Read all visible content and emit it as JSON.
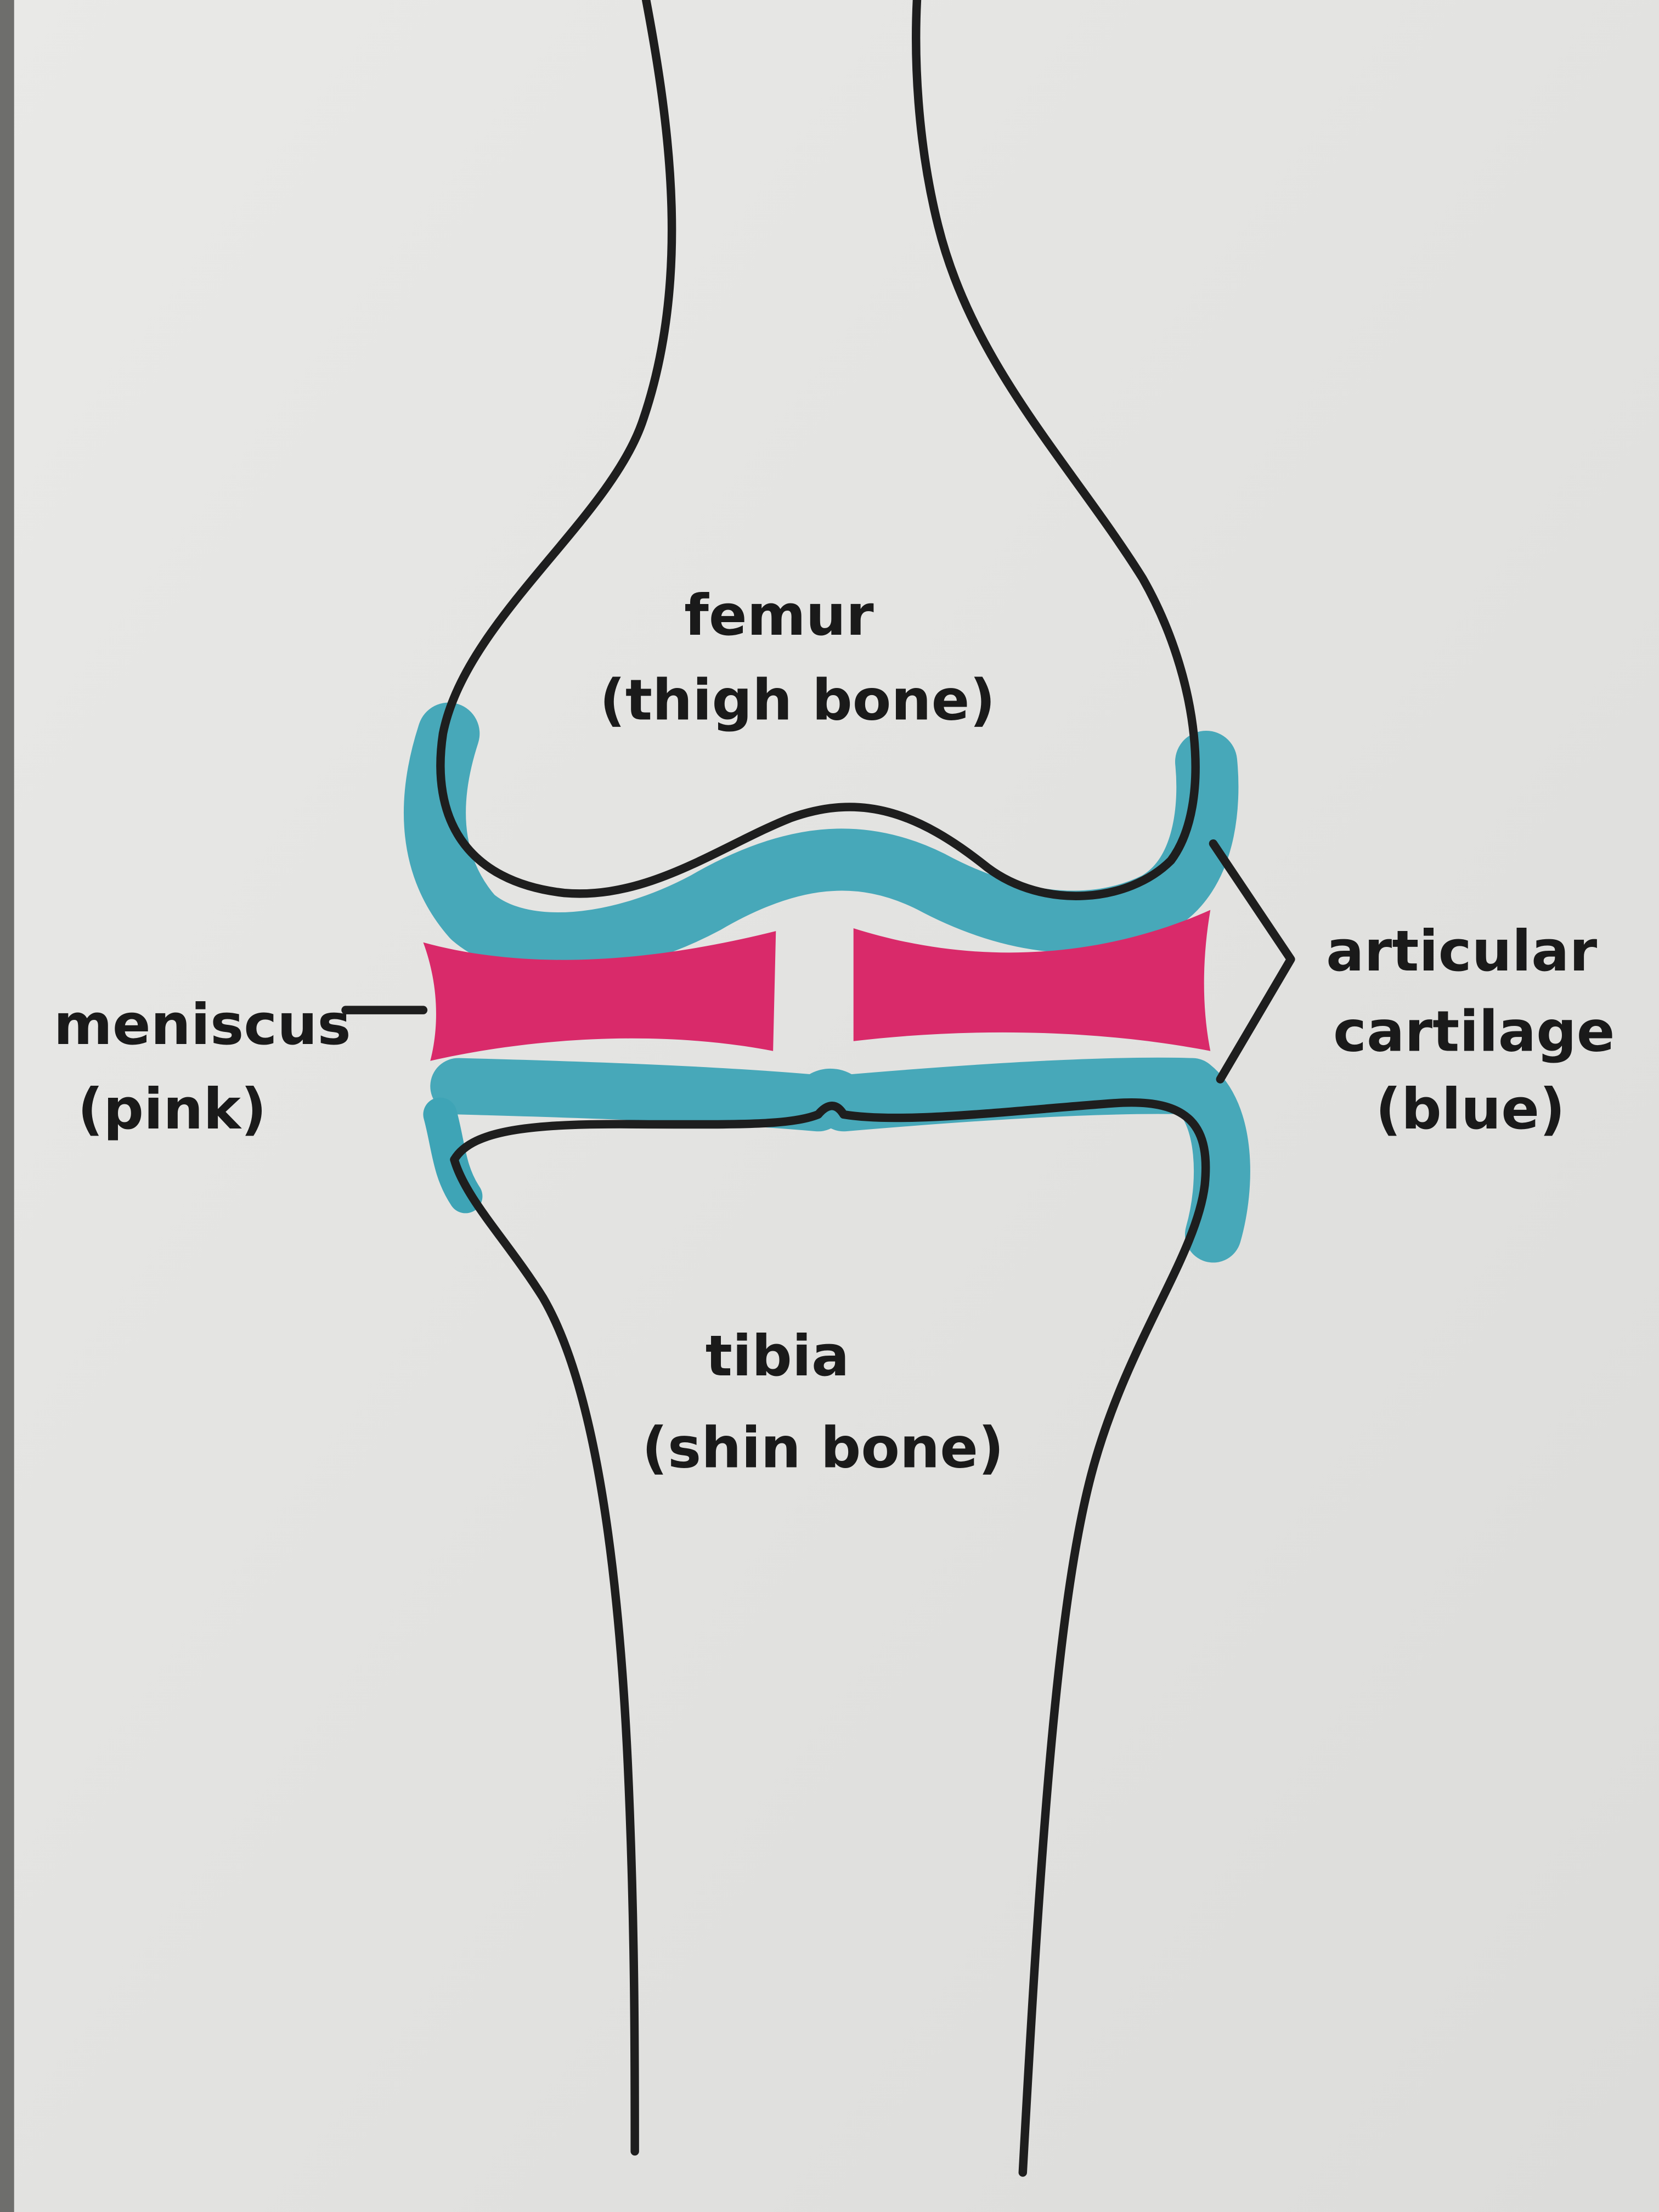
{
  "labels": {
    "femur": "femur",
    "femur_sub": "(thigh bone)",
    "meniscus": "meniscus",
    "meniscus_sub": "(pink)",
    "cartilage_1": "articular",
    "cartilage_2": "cartilage",
    "cartilage_sub": "(blue)",
    "tibia": "tibia",
    "tibia_sub": "(shin bone)"
  },
  "colors": {
    "paper": "#e4e4e2",
    "cartilage": "#3ea4b6",
    "meniscus": "#d92a6a",
    "ink": "#1e1e1e"
  }
}
